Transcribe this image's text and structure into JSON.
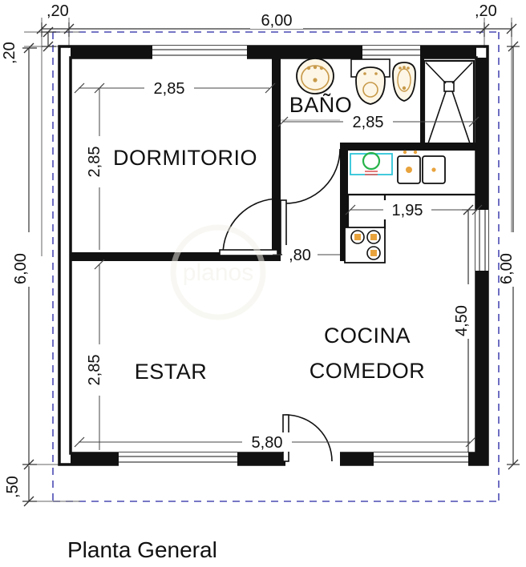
{
  "drawing": {
    "title": "Planta General",
    "type": "architectural-floor-plan",
    "units": "meters"
  },
  "rooms": [
    {
      "id": "dormitorio",
      "label": "DORMITORIO"
    },
    {
      "id": "bano",
      "label": "BAÑO"
    },
    {
      "id": "estar",
      "label": "ESTAR"
    },
    {
      "id": "cocina",
      "label": "COCINA"
    },
    {
      "id": "comedor",
      "label": "COMEDOR"
    }
  ],
  "dimensions": {
    "top_overall": "6,00",
    "top_left_wall": ",20",
    "top_right_wall": ",20",
    "left_wall_thickness": ",20",
    "left_overall": "6,00",
    "left_setback": ",50",
    "right_overall": "6,00",
    "right_partial": "4,50",
    "dormitorio_width": "2,85",
    "dormitorio_height": "2,85",
    "bano_width": "2,85",
    "estar_height": "2,85",
    "estar_width": "5,80",
    "door_width": ",80",
    "cocina_width": "1,95"
  },
  "fixtures": [
    {
      "id": "bathroom-sink",
      "name": "lavatorio",
      "color": "#c89a4a"
    },
    {
      "id": "toilet",
      "name": "inodoro",
      "color": "#c89a4a"
    },
    {
      "id": "bidet",
      "name": "bidet",
      "color": "#c89a4a"
    },
    {
      "id": "shower",
      "name": "ducha",
      "color": "#111111"
    },
    {
      "id": "kitchen-sink",
      "name": "bacha",
      "color": "#2ec4d8"
    },
    {
      "id": "stove",
      "name": "cocina",
      "color": "#c89a4a"
    },
    {
      "id": "counter-basins",
      "name": "mesada",
      "color": "#c89a4a"
    }
  ],
  "colors": {
    "wall": "#111111",
    "line": "#333333",
    "dimension": "#555555",
    "property_line": "#4a4ab4",
    "fixture_warm": "#c89a4a",
    "fixture_cyan": "#2ec4d8",
    "fixture_green": "#27b34a",
    "fixture_red": "#e05a5a"
  },
  "watermark": "planos"
}
